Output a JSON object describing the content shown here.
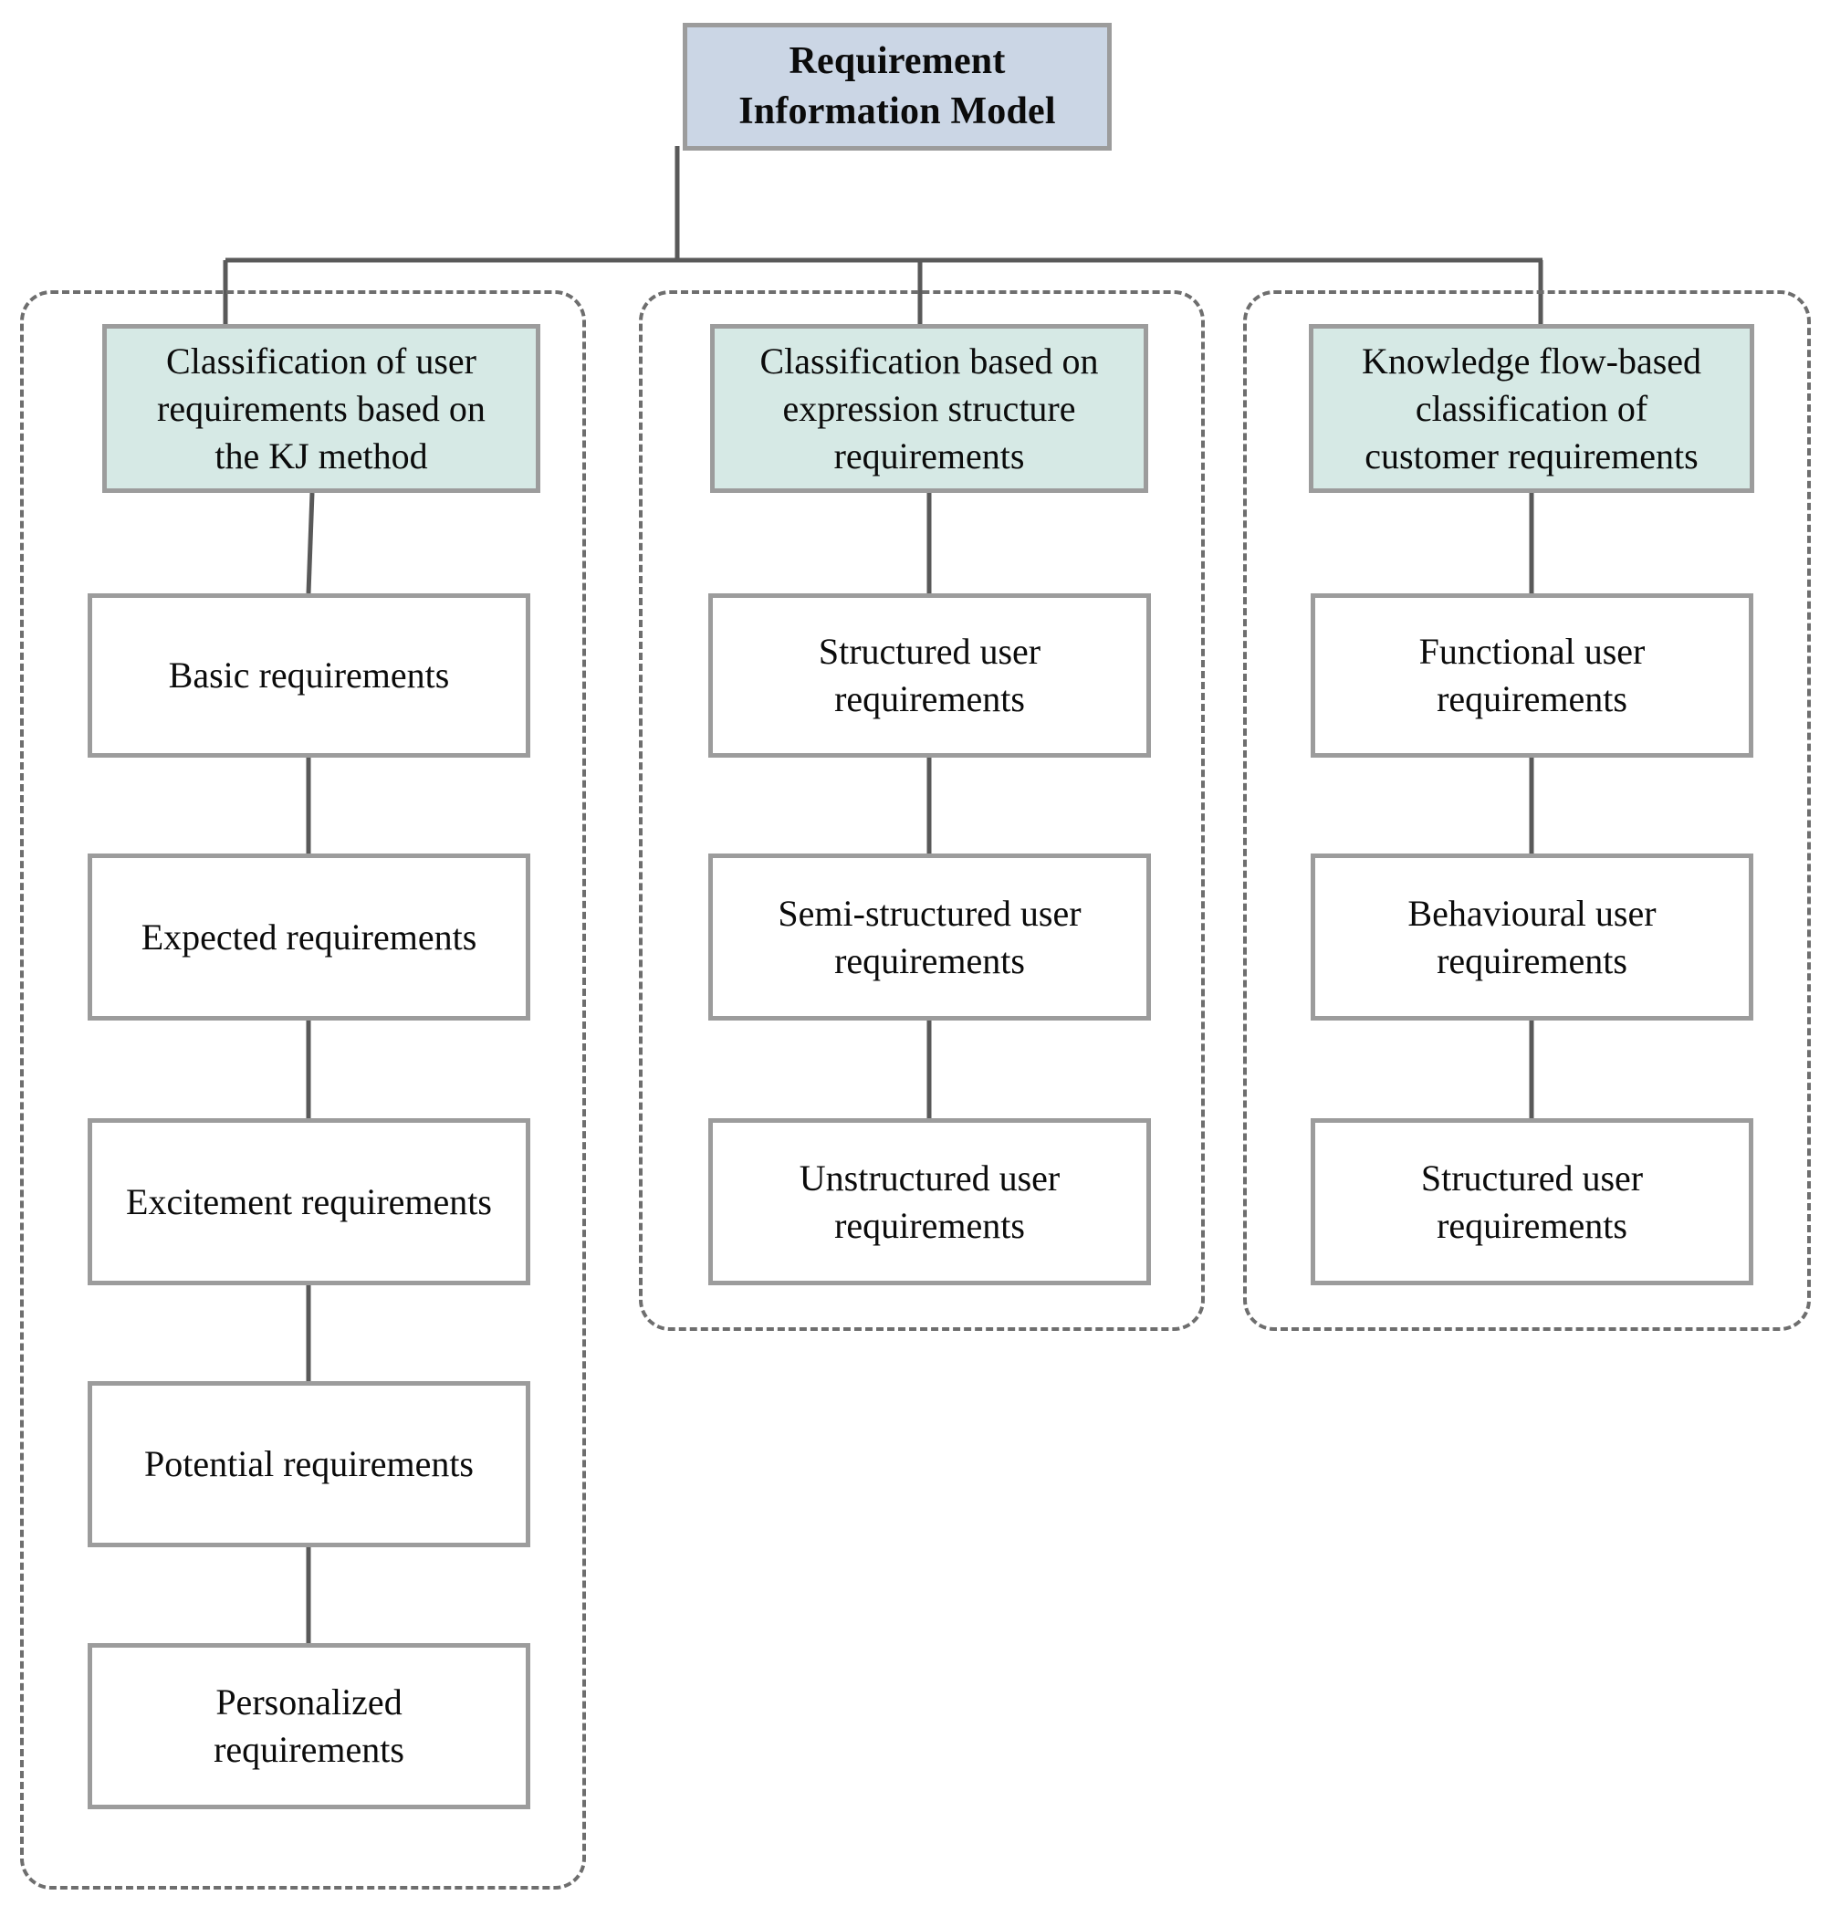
{
  "diagram": {
    "title": "Requirement Information Model",
    "root": {
      "label": "Requirement\nInformation Model",
      "fill": "#cbd6e5",
      "border": "#9c9c9c"
    },
    "palette": {
      "header_fill": "#d6e9e5",
      "leaf_fill": "#ffffff",
      "box_border": "#9c9c9c",
      "connector": "#595959",
      "group_dash": "#6e6e6e",
      "text": "#0b0b0b",
      "background": "#ffffff"
    },
    "groups": [
      {
        "id": "kj-method",
        "header": "Classification of user\nrequirements based on\nthe KJ method",
        "items": [
          "Basic requirements",
          "Expected requirements",
          "Excitement requirements",
          "Potential requirements",
          "Personalized\nrequirements"
        ]
      },
      {
        "id": "expression-structure",
        "header": "Classification based on\nexpression structure\nrequirements",
        "items": [
          "Structured user\nrequirements",
          "Semi-structured user\nrequirements",
          "Unstructured user\nrequirements"
        ]
      },
      {
        "id": "knowledge-flow",
        "header": "Knowledge flow-based\nclassification of\ncustomer requirements",
        "items": [
          "Functional user\nrequirements",
          "Behavioural user\nrequirements",
          "Structured user\nrequirements"
        ]
      }
    ]
  }
}
